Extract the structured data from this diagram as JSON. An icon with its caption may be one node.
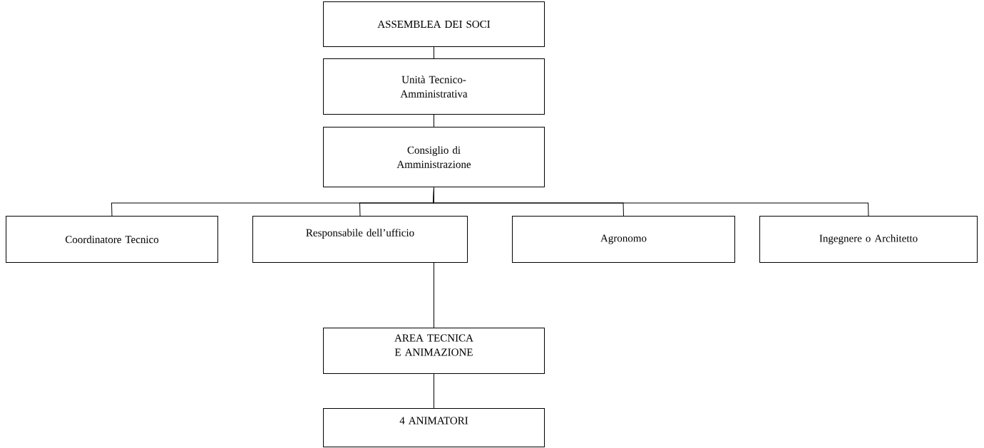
{
  "diagram": {
    "nodes": [
      {
        "text": [
          "ASSEMBLEA DEI SOCI"
        ]
      },
      {
        "text": [
          "Unità Tecnico-Amministrativa"
        ]
      },
      {
        "text": [
          "Consiglio di Amministrazione"
        ]
      },
      {
        "text": [
          "Coordinatore Tecnico"
        ]
      },
      {
        "text": [
          "Responsabile dell’ufficio"
        ]
      },
      {
        "text": [
          "Agronomo"
        ]
      },
      {
        "text": [
          "Ingegnere o Architetto"
        ]
      },
      {
        "text": [
          "AREA TECNICA E ANIMAZIONE"
        ]
      },
      {
        "text": [
          "4 ANIMATORI"
        ]
      }
    ],
    "edges": [
      {
        "from": 0,
        "to": 1,
        "arrow": "none"
      },
      {
        "from": 1,
        "to": 2,
        "arrow": "none"
      },
      {
        "from": 2,
        "to": 3,
        "arrow": "none"
      },
      {
        "from": 2,
        "to": 4,
        "arrow": "none"
      },
      {
        "from": 2,
        "to": 5,
        "arrow": "none"
      },
      {
        "from": 2,
        "to": 6,
        "arrow": "none"
      },
      {
        "from": 4,
        "to": 7,
        "arrow": "none"
      },
      {
        "from": 7,
        "to": 8,
        "arrow": "none"
      }
    ]
  }
}
